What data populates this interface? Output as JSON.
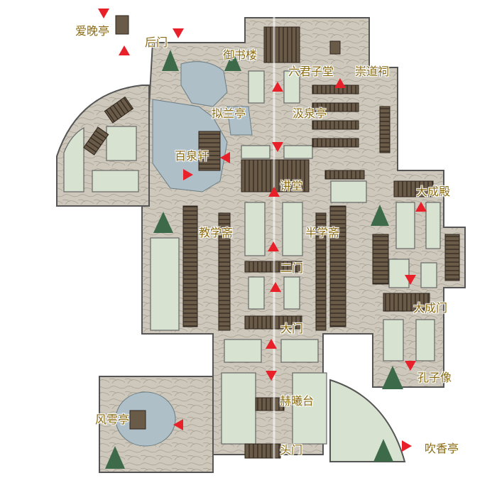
{
  "colors": {
    "pavement": "#cfcabd",
    "lawn": "#d7e3d0",
    "water": "#aebfc8",
    "roof": "#5a4a3a",
    "marker": "#e8202a",
    "label": "#8a6a12"
  },
  "labels": {
    "aiwanting": "爱晚亭",
    "houmen": "后门",
    "yushulou": "御书楼",
    "liujunzitang": "六君子堂",
    "chongdaoci": "崇道祠",
    "nilanting": "拟兰亭",
    "jiquanting": "汲泉亭",
    "baiquanxuan": "百泉轩",
    "jiangtang": "讲堂",
    "dachengdian": "大成殿",
    "jiaoxuezhai": "教学斋",
    "banxuezhai": "半学斋",
    "ermen": "二门",
    "dachengmen": "大成门",
    "damen": "大门",
    "kongzixiang": "孔子像",
    "hexitai": "赫曦台",
    "fengyuting": "风雩亭",
    "toumen": "头门",
    "chuixiangting": "吹香亭"
  },
  "icons": [
    "tree-icon",
    "pavilion-icon",
    "marker-triangle-icon"
  ]
}
